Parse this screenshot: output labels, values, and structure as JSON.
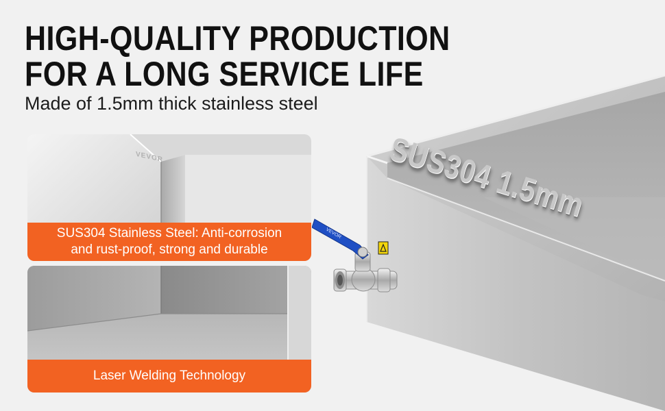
{
  "headline": {
    "line1": "HIGH-QUALITY PRODUCTION",
    "line2": "FOR A LONG SERVICE LIFE"
  },
  "subheadline": "Made of 1.5mm thick stainless steel",
  "cards": [
    {
      "caption_line1": "SUS304 Stainless Steel: Anti-corrosion",
      "caption_line2": "and rust-proof, strong and durable",
      "brand_mark": "VEVOR"
    },
    {
      "caption": "Laser Welding Technology"
    }
  ],
  "product": {
    "emboss_text": "SUS304 1.5mm",
    "valve_handle_text": "VEVOR"
  },
  "colors": {
    "background": "#f1f1f1",
    "caption_orange": "#f26222",
    "valve_blue": "#1f4fc4",
    "steel": "#b7b7b7"
  }
}
